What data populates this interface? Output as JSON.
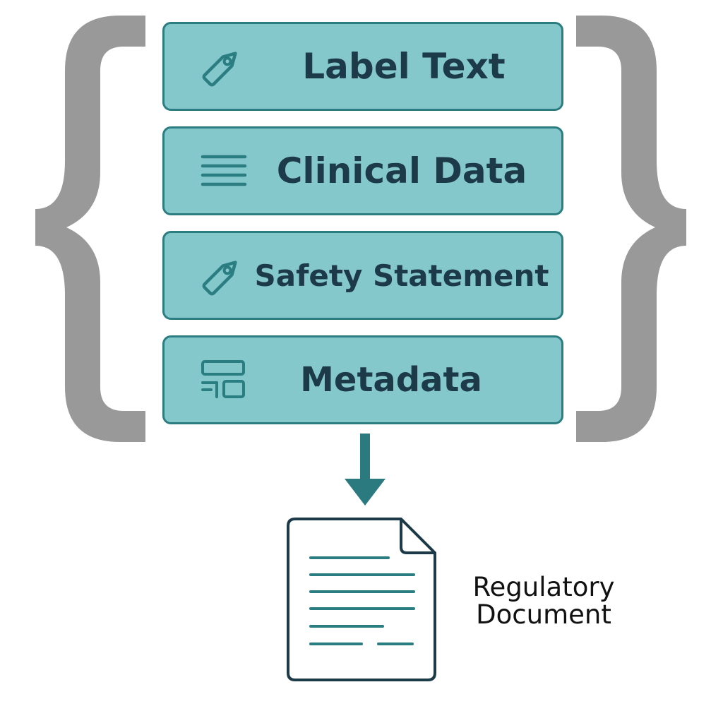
{
  "blocks": [
    {
      "label": "Label Text",
      "icon": "tag-icon"
    },
    {
      "label": "Clinical Data",
      "icon": "lines-icon"
    },
    {
      "label": "Safety Statement",
      "icon": "tag-icon"
    },
    {
      "label": "Metadata",
      "icon": "layout-icon"
    }
  ],
  "output": {
    "caption_line1": "Regulatory",
    "caption_line2": "Document",
    "icon": "document-icon"
  },
  "colors": {
    "block_fill": "#84c8cc",
    "block_border": "#2a7d80",
    "icon_stroke": "#2a7d80",
    "label_text": "#1d3a49",
    "brace": "#999999",
    "arrow": "#2a7a80",
    "document_outline": "#1d3a49",
    "document_lines": "#2a7d80"
  }
}
